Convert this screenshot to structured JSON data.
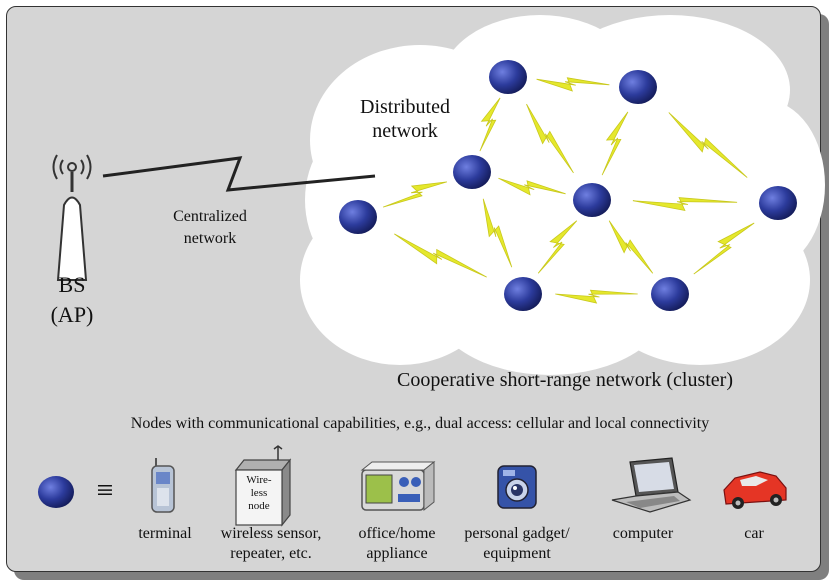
{
  "diagram": {
    "distributed_label": "Distributed\nnetwork",
    "centralized_label": "Centralized\nnetwork",
    "bs_label": "BS",
    "ap_label": "(AP)",
    "cluster_caption": "Cooperative short-range network (cluster)",
    "nodes_caption": "Nodes with communicational capabilities, e.g., dual access: cellular and local connectivity",
    "equiv_symbol": "≡",
    "node_box_label": "Wire-\nless\nnode"
  },
  "legend": {
    "items": [
      {
        "icon": "mobile-phone-icon",
        "label": "terminal"
      },
      {
        "icon": "wireless-node-box-icon",
        "label": "wireless sensor,\nrepeater, etc."
      },
      {
        "icon": "appliance-icon",
        "label": "office/home\nappliance"
      },
      {
        "icon": "camera-icon",
        "label": "personal gadget/\nequipment"
      },
      {
        "icon": "laptop-icon",
        "label": "computer"
      },
      {
        "icon": "car-icon",
        "label": "car"
      }
    ]
  },
  "colors": {
    "node": "#2c3b9c",
    "link": "#e5e82c",
    "background": "#d5d5d5",
    "cloud": "#ffffff"
  }
}
